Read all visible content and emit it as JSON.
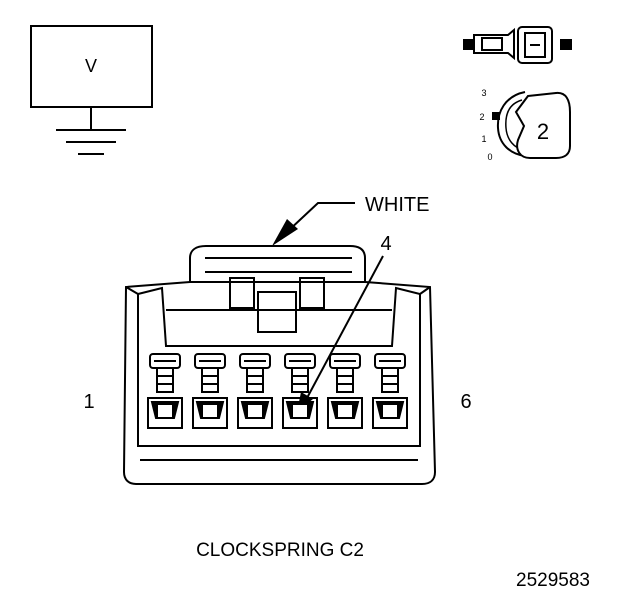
{
  "meter": {
    "label": "V"
  },
  "connector": {
    "color_callout": "WHITE",
    "pin_callout": "4",
    "pin_first": "1",
    "pin_last": "6",
    "pin_count": 6,
    "title": "CLOCKSPRING C2"
  },
  "inset": {
    "badge": "2",
    "scale_labels": [
      "3",
      "2",
      "1",
      "0"
    ]
  },
  "figure_id": "2529583"
}
